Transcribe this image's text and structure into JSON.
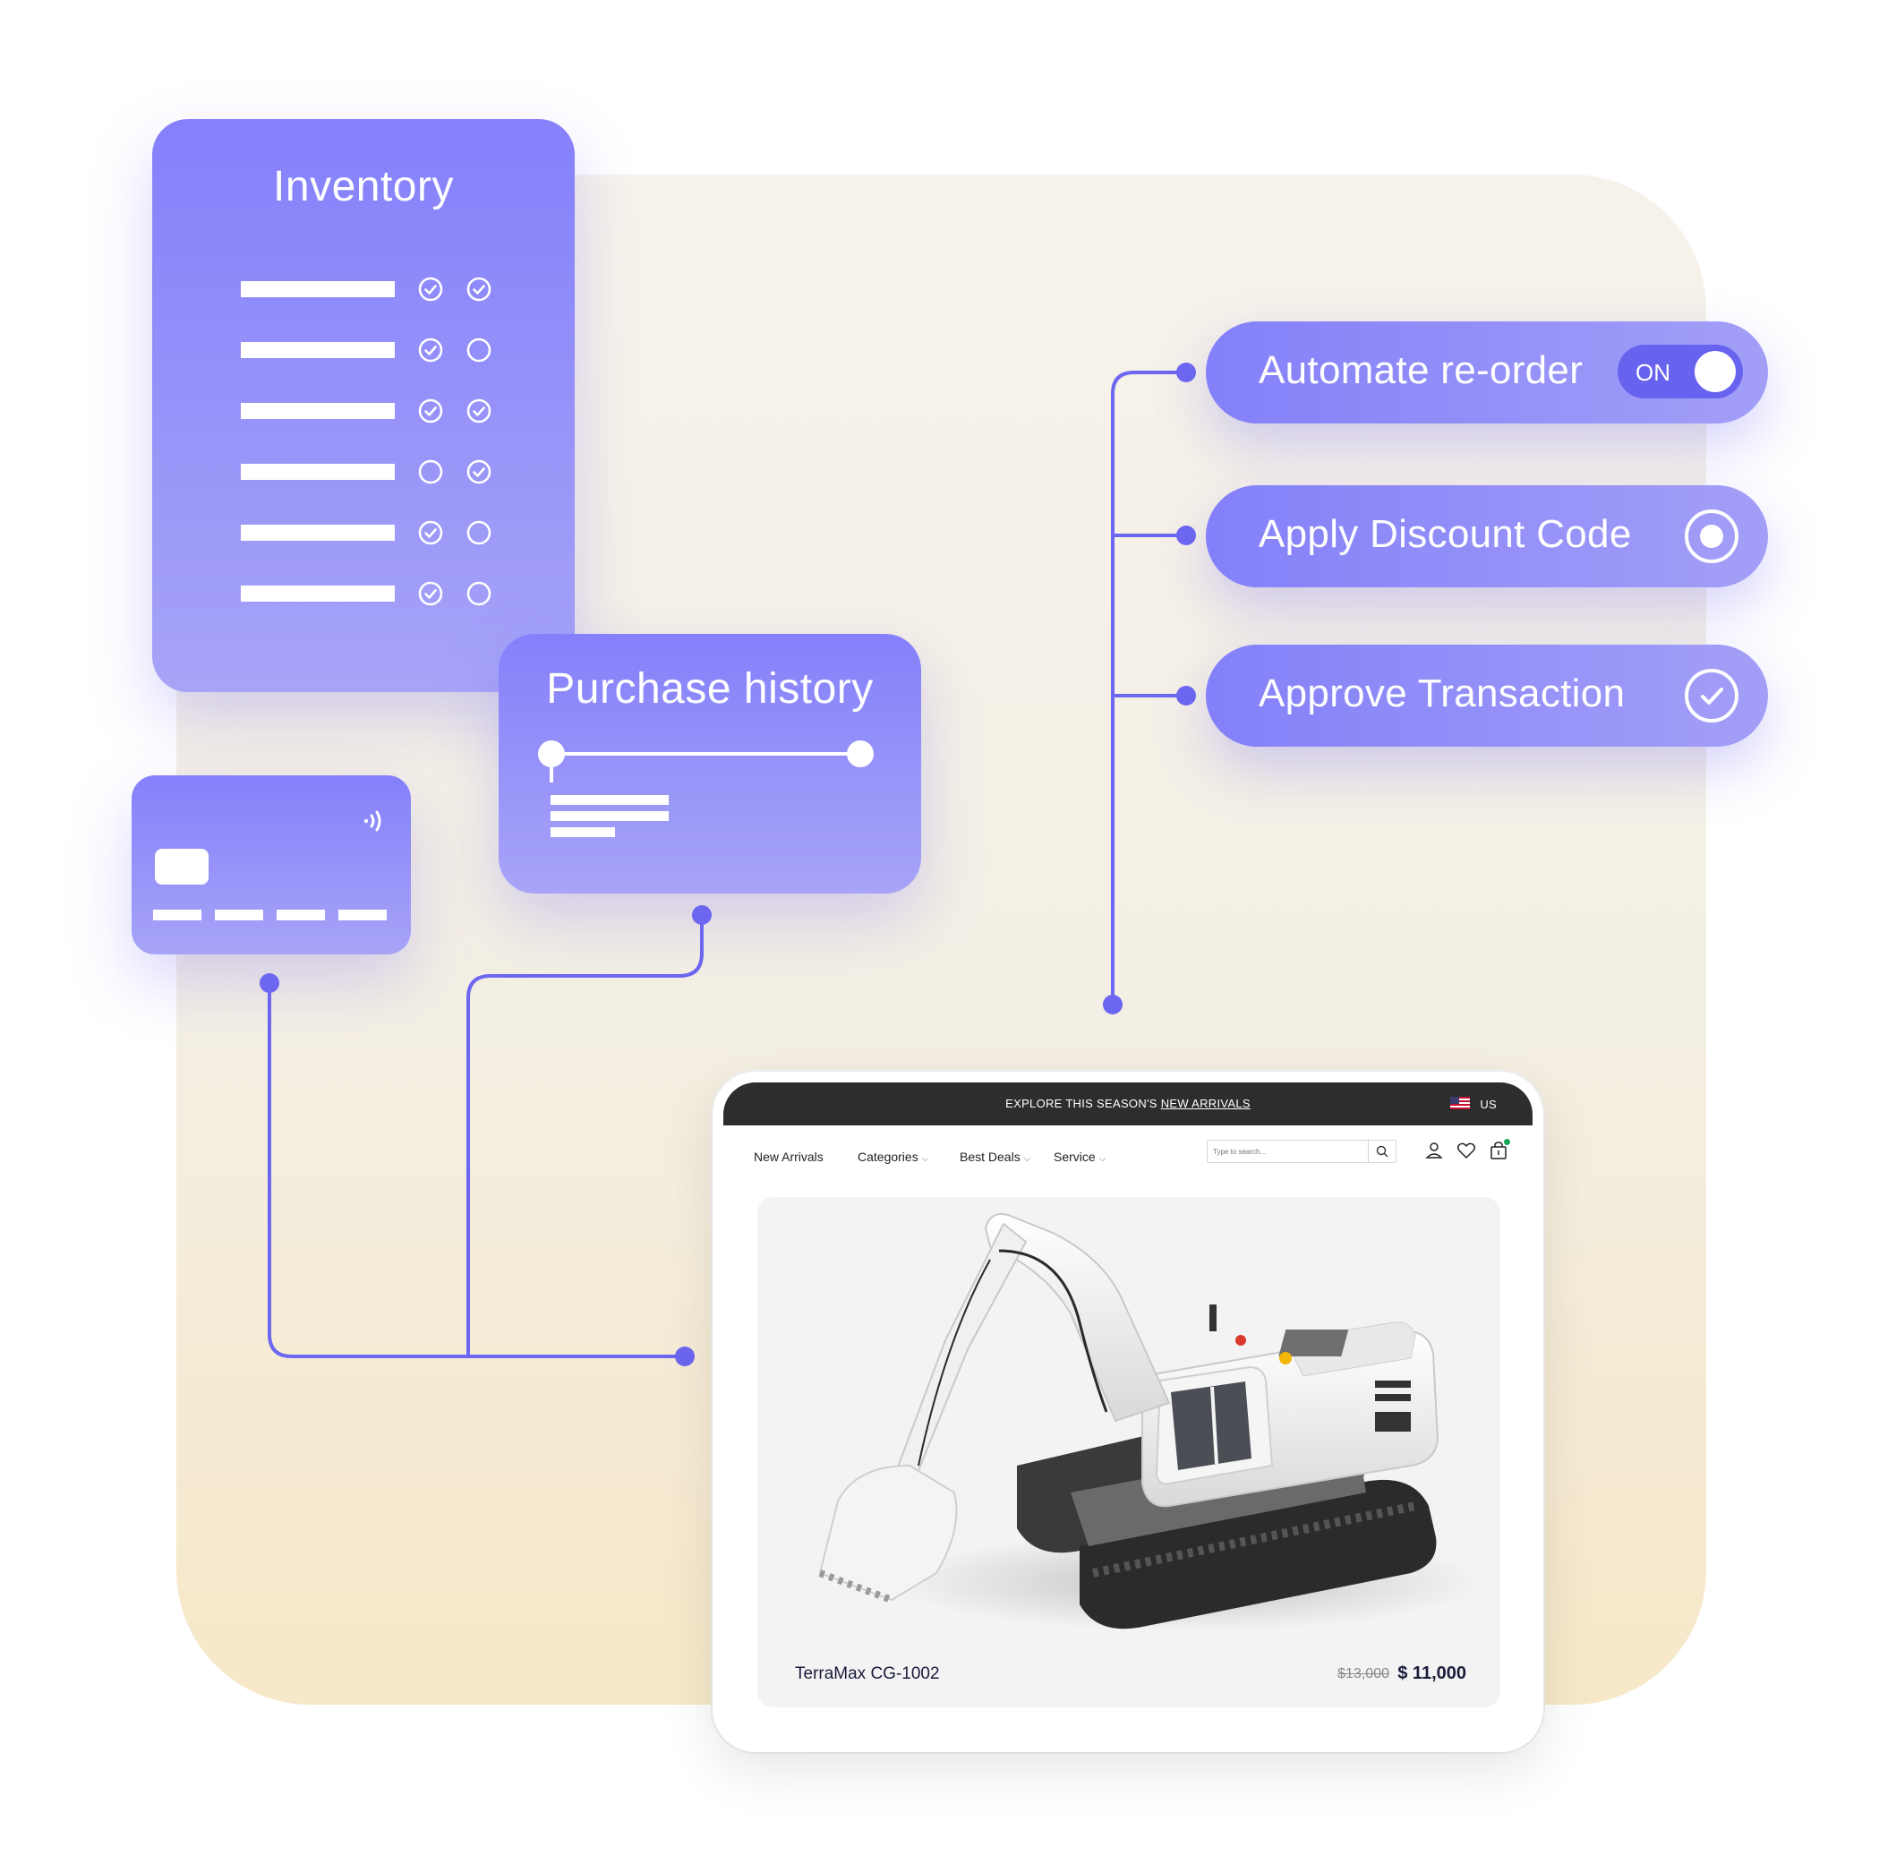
{
  "inventory": {
    "title": "Inventory",
    "rows": [
      {
        "a": "checked",
        "b": "checked"
      },
      {
        "a": "checked",
        "b": "empty"
      },
      {
        "a": "checked",
        "b": "checked"
      },
      {
        "a": "empty",
        "b": "checked"
      },
      {
        "a": "checked",
        "b": "empty"
      },
      {
        "a": "checked",
        "b": "empty"
      }
    ]
  },
  "purchase_history": {
    "title": "Purchase history"
  },
  "credit_card": {
    "icon": "contactless-icon"
  },
  "actions": {
    "automate": {
      "label": "Automate re-order",
      "toggle_text": "ON"
    },
    "discount": {
      "label": "Apply Discount Code",
      "icon": "radio-selected-icon"
    },
    "approve": {
      "label": "Approve Transaction",
      "icon": "check-circle-icon"
    }
  },
  "store": {
    "promo_prefix": "EXPLORE THIS SEASON'S ",
    "promo_link": "NEW ARRIVALS",
    "region": "US",
    "nav": [
      "New Arrivals",
      "Categories",
      "Best Deals",
      "Service"
    ],
    "search_placeholder": "Type to search...",
    "product": {
      "name": "TerraMax CG-1002",
      "old_price": "$13,000",
      "price": "$ 11,000"
    }
  },
  "colors": {
    "accent": "#6c66f0",
    "card_top": "#8580fb",
    "card_bottom": "#a7a4f7",
    "background": "#f4efe4"
  }
}
